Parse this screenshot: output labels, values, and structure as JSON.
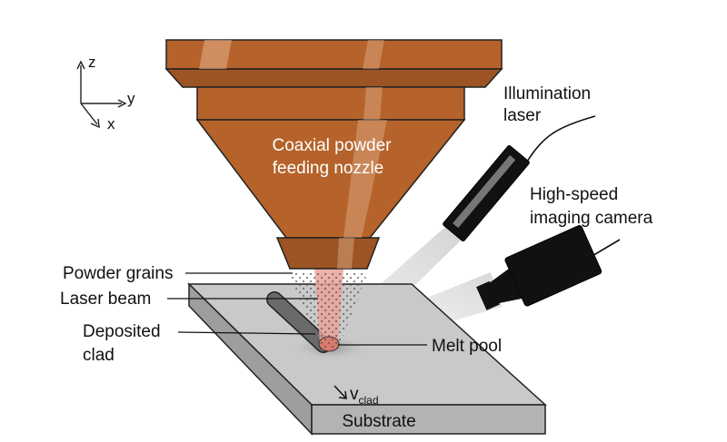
{
  "axes": {
    "z": "z",
    "y": "y",
    "x": "x"
  },
  "labels": {
    "nozzle_line1": "Coaxial powder",
    "nozzle_line2": "feeding nozzle",
    "illumination_line1": "Illumination",
    "illumination_line2": "laser",
    "camera_line1": "High-speed",
    "camera_line2": "imaging camera",
    "powder_grains": "Powder grains",
    "laser_beam": "Laser beam",
    "deposited_line1": "Deposited",
    "deposited_line2": "clad",
    "melt_pool": "Melt pool",
    "velocity_main": "v",
    "velocity_sub": "clad",
    "substrate": "Substrate"
  },
  "colors": {
    "nozzle": "#b5632a",
    "nozzle_dark": "#8a4a1e",
    "nozzle_highlight": "#d89a6c",
    "substrate_top": "#c9c9c9",
    "substrate_side": "#a9a9a9",
    "laser_beam": "#e9a39a",
    "clad": "#5f5f5f",
    "device": "#111111"
  }
}
